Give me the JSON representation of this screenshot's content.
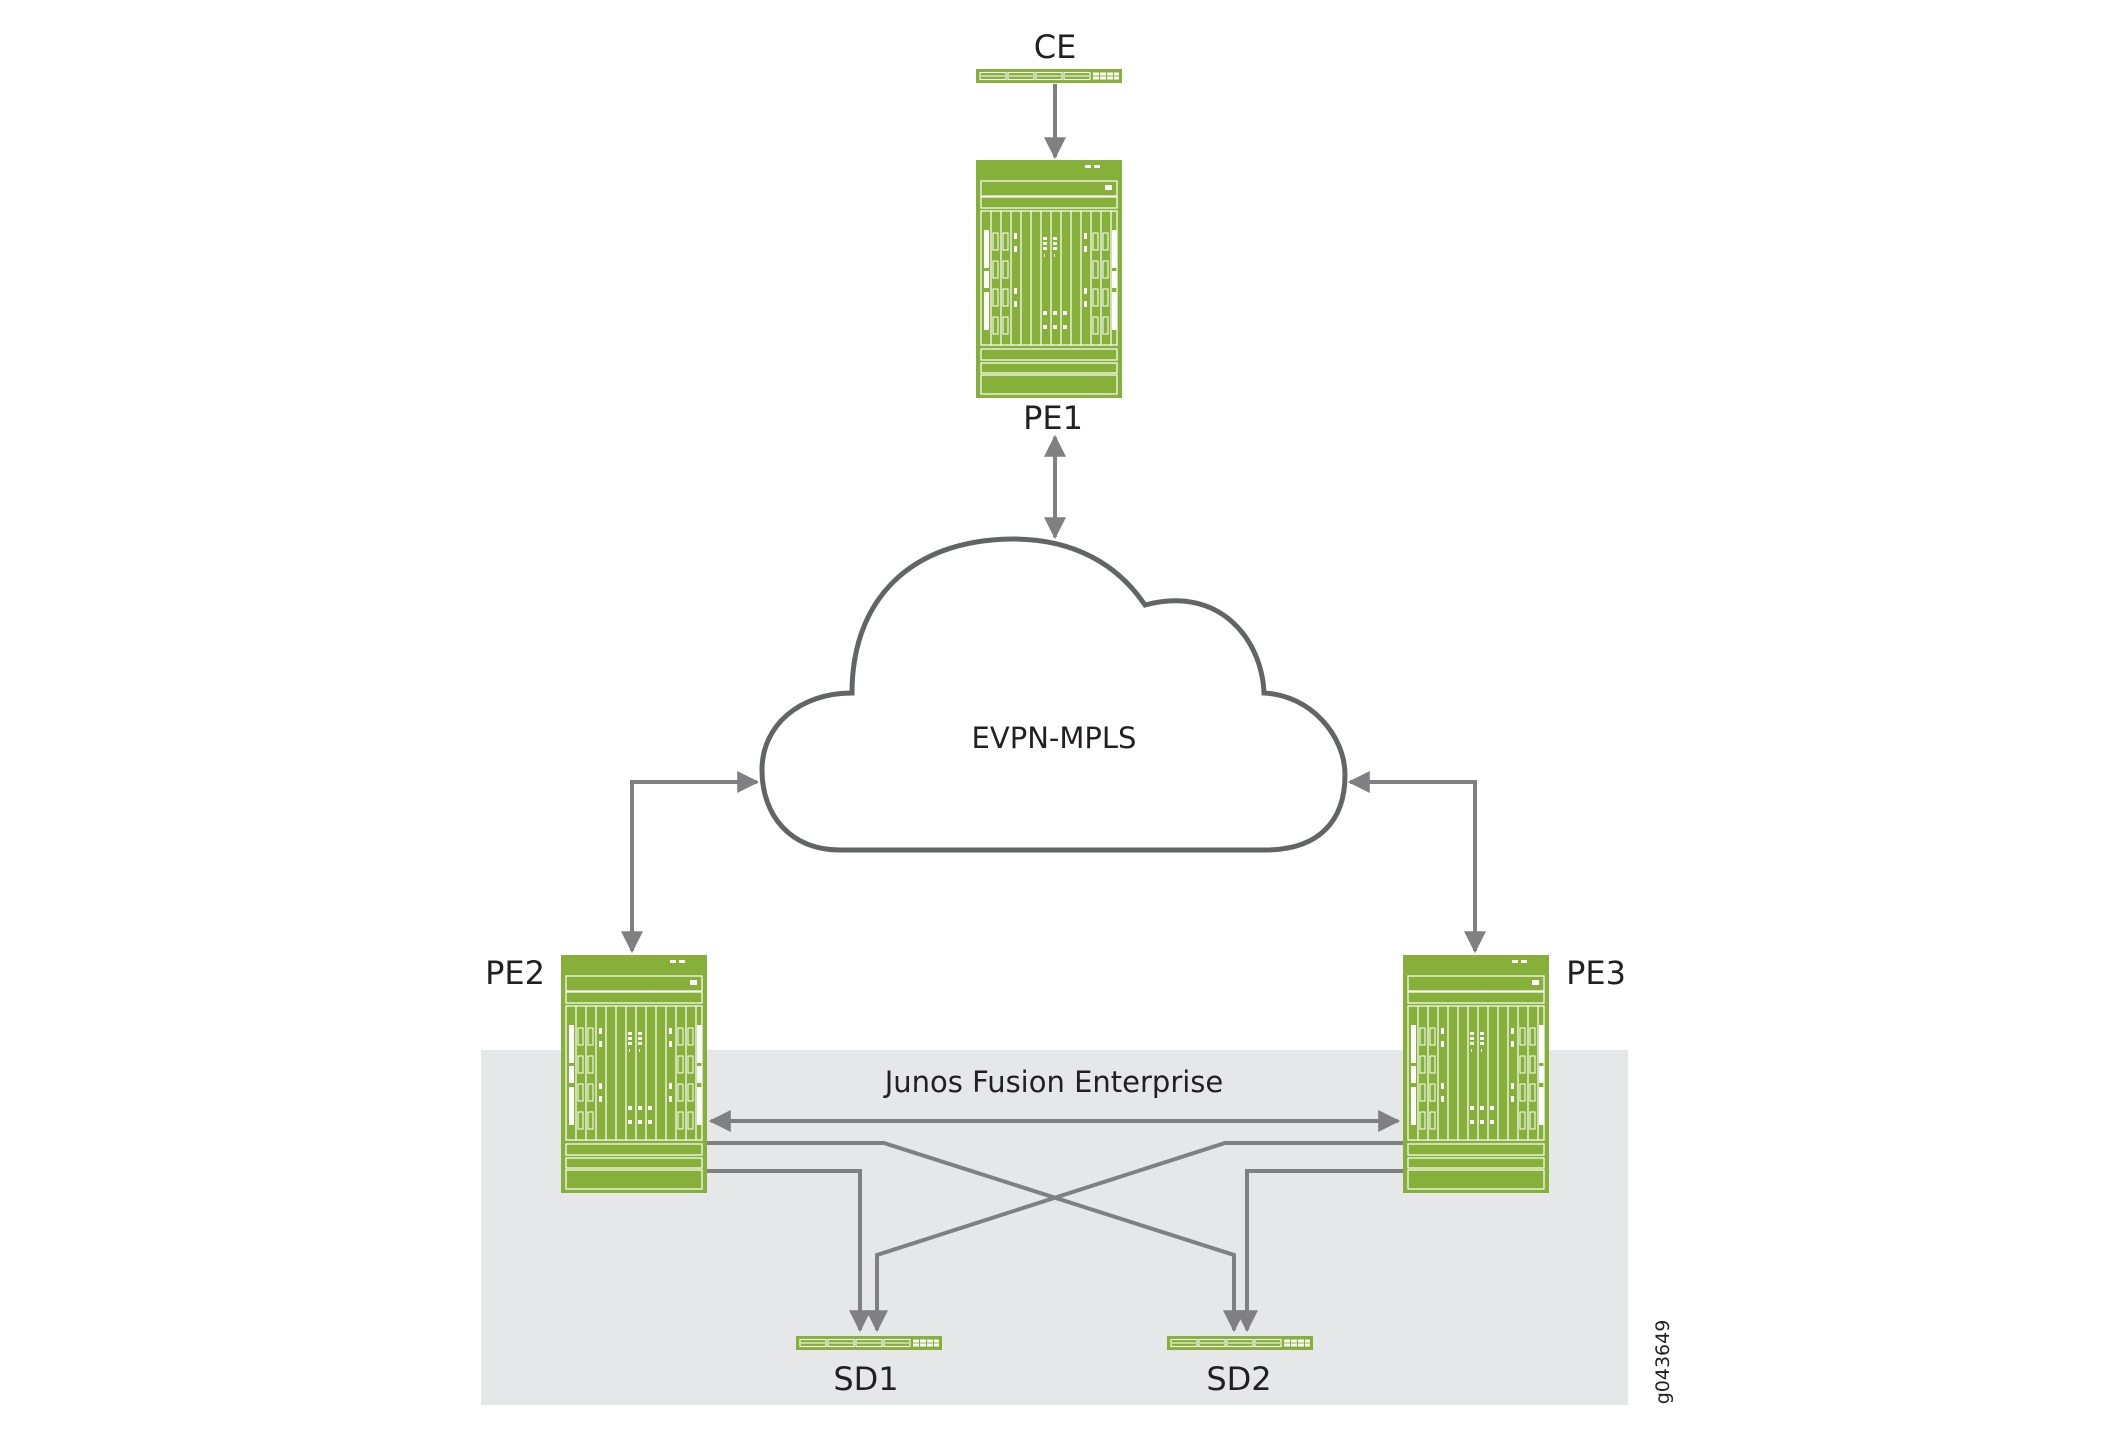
{
  "diagram": {
    "title": "EVPN-MPLS with Junos Fusion Enterprise topology",
    "figure_id": "g043649",
    "colors": {
      "device_green": "#86b03a",
      "device_line": "#ffffff",
      "link_gray": "#808083",
      "cloud_stroke": "#636466",
      "region_fill": "#e6e7e8",
      "text": "#231f20"
    },
    "cloud": {
      "label": "EVPN-MPLS"
    },
    "region": {
      "label": "Junos Fusion Enterprise"
    },
    "nodes": [
      {
        "id": "CE",
        "label": "CE",
        "type": "switch"
      },
      {
        "id": "PE1",
        "label": "PE1",
        "type": "router-chassis"
      },
      {
        "id": "PE2",
        "label": "PE2",
        "type": "router-chassis"
      },
      {
        "id": "PE3",
        "label": "PE3",
        "type": "router-chassis"
      },
      {
        "id": "SD1",
        "label": "SD1",
        "type": "satellite-switch"
      },
      {
        "id": "SD2",
        "label": "SD2",
        "type": "satellite-switch"
      }
    ],
    "links": [
      {
        "from": "CE",
        "to": "PE1",
        "direction": "one-way"
      },
      {
        "from": "PE1",
        "to": "EVPN-MPLS",
        "direction": "two-way"
      },
      {
        "from": "PE2",
        "to": "EVPN-MPLS",
        "direction": "two-way"
      },
      {
        "from": "PE3",
        "to": "EVPN-MPLS",
        "direction": "two-way"
      },
      {
        "from": "PE2",
        "to": "PE3",
        "direction": "two-way"
      },
      {
        "from": "PE2",
        "to": "SD1",
        "direction": "one-way"
      },
      {
        "from": "PE2",
        "to": "SD2",
        "direction": "one-way"
      },
      {
        "from": "PE3",
        "to": "SD1",
        "direction": "one-way"
      },
      {
        "from": "PE3",
        "to": "SD2",
        "direction": "one-way"
      }
    ]
  }
}
